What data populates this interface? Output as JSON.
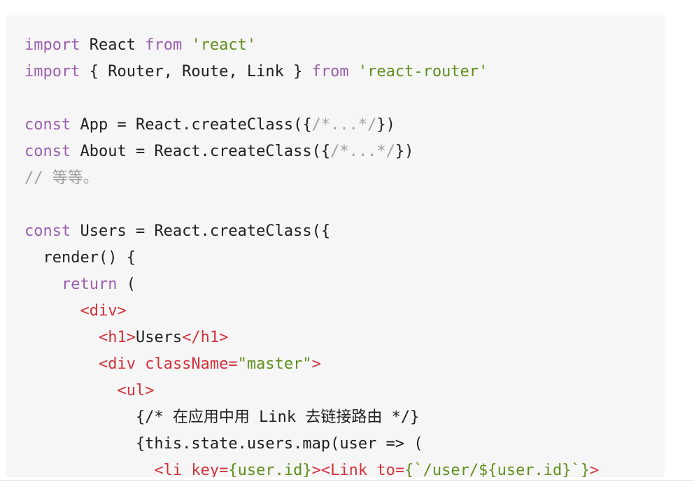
{
  "code": {
    "language": "jsx",
    "colors": {
      "background": "#f6f6f6",
      "keyword": "#9b5fad",
      "string": "#5f8f1c",
      "comment": "#a0a0a0",
      "tag": "#d2323c",
      "plain": "#1f1f1f"
    },
    "lines": [
      [
        {
          "t": "keyword",
          "v": "import"
        },
        {
          "t": "plain",
          "v": " React "
        },
        {
          "t": "keyword",
          "v": "from"
        },
        {
          "t": "plain",
          "v": " "
        },
        {
          "t": "string",
          "v": "'react'"
        }
      ],
      [
        {
          "t": "keyword",
          "v": "import"
        },
        {
          "t": "plain",
          "v": " { Router, Route, Link } "
        },
        {
          "t": "keyword",
          "v": "from"
        },
        {
          "t": "plain",
          "v": " "
        },
        {
          "t": "string",
          "v": "'react-router'"
        }
      ],
      [],
      [
        {
          "t": "keyword",
          "v": "const"
        },
        {
          "t": "plain",
          "v": " App = React.createClass({"
        },
        {
          "t": "comment",
          "v": "/*...*/"
        },
        {
          "t": "plain",
          "v": "})"
        }
      ],
      [
        {
          "t": "keyword",
          "v": "const"
        },
        {
          "t": "plain",
          "v": " About = React.createClass({"
        },
        {
          "t": "comment",
          "v": "/*...*/"
        },
        {
          "t": "plain",
          "v": "})"
        }
      ],
      [
        {
          "t": "comment",
          "v": "// 等等。"
        }
      ],
      [],
      [
        {
          "t": "keyword",
          "v": "const"
        },
        {
          "t": "plain",
          "v": " Users = React.createClass({"
        }
      ],
      [
        {
          "t": "plain",
          "v": "  render() {"
        }
      ],
      [
        {
          "t": "plain",
          "v": "    "
        },
        {
          "t": "keyword",
          "v": "return"
        },
        {
          "t": "plain",
          "v": " ("
        }
      ],
      [
        {
          "t": "plain",
          "v": "      "
        },
        {
          "t": "tag",
          "v": "<div>"
        }
      ],
      [
        {
          "t": "plain",
          "v": "        "
        },
        {
          "t": "tag",
          "v": "<h1>"
        },
        {
          "t": "plain",
          "v": "Users"
        },
        {
          "t": "tag",
          "v": "</h1>"
        }
      ],
      [
        {
          "t": "plain",
          "v": "        "
        },
        {
          "t": "tag",
          "v": "<div"
        },
        {
          "t": "plain",
          "v": " "
        },
        {
          "t": "tag",
          "v": "className="
        },
        {
          "t": "string",
          "v": "\"master\""
        },
        {
          "t": "tag",
          "v": ">"
        }
      ],
      [
        {
          "t": "plain",
          "v": "          "
        },
        {
          "t": "tag",
          "v": "<ul>"
        }
      ],
      [
        {
          "t": "plain",
          "v": "            {/* 在应用中用 Link 去链接路由 */}"
        }
      ],
      [
        {
          "t": "plain",
          "v": "            {this.state.users.map(user => ("
        }
      ],
      [
        {
          "t": "plain",
          "v": "              "
        },
        {
          "t": "tag",
          "v": "<li"
        },
        {
          "t": "plain",
          "v": " "
        },
        {
          "t": "tag",
          "v": "key="
        },
        {
          "t": "string",
          "v": "{user.id}"
        },
        {
          "t": "tag",
          "v": "><Link"
        },
        {
          "t": "plain",
          "v": " "
        },
        {
          "t": "tag",
          "v": "to="
        },
        {
          "t": "string",
          "v": "{`/user/${user.id}`}"
        },
        {
          "t": "tag",
          "v": ">"
        }
      ]
    ]
  }
}
